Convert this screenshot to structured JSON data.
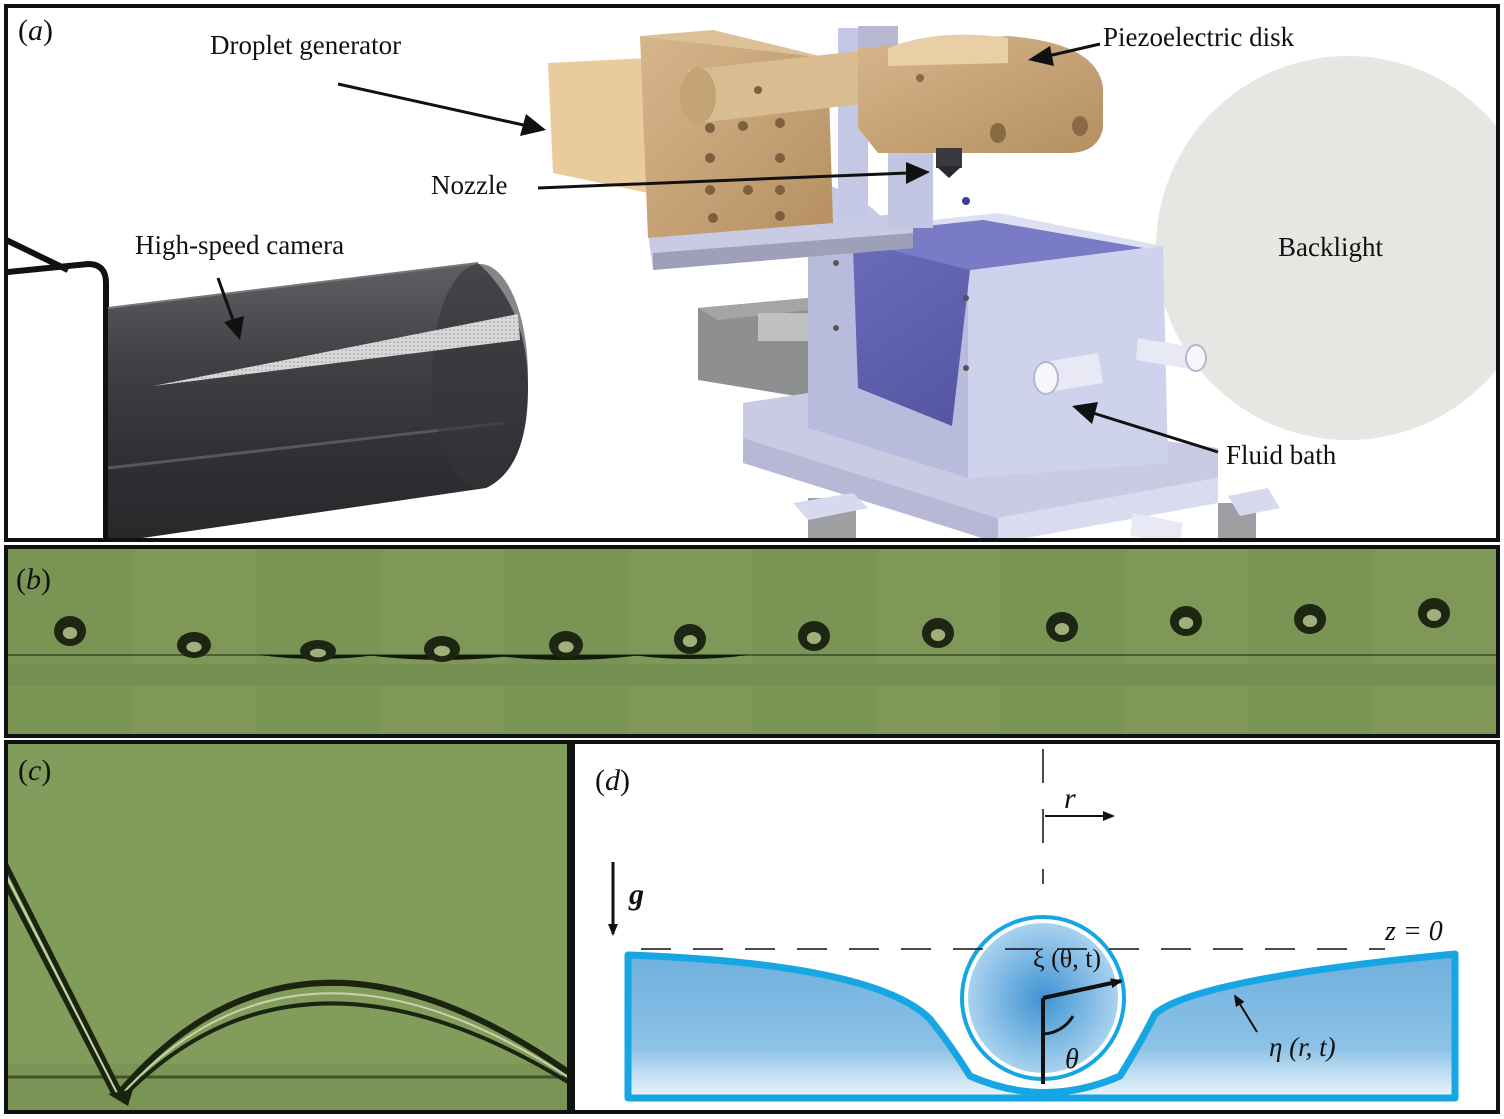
{
  "panels": {
    "a": {
      "label_open": "(",
      "label_letter": "a",
      "label_close": ")"
    },
    "b": {
      "label_open": "(",
      "label_letter": "b",
      "label_close": ")"
    },
    "c": {
      "label_open": "(",
      "label_letter": "c",
      "label_close": ")"
    },
    "d": {
      "label_open": "(",
      "label_letter": "d",
      "label_close": ")"
    }
  },
  "apparatus": {
    "droplet_generator": "Droplet generator",
    "piezoelectric_disk": "Piezoelectric disk",
    "nozzle": "Nozzle",
    "high_speed_camera": "High-speed camera",
    "backlight": "Backlight",
    "fluid_bath": "Fluid bath"
  },
  "sequence": {
    "frame_count": 12
  },
  "schematic": {
    "r_label": "r",
    "g_label": "g",
    "z_label": "z = 0",
    "xi_label": "ξ (θ, t)",
    "theta_label": "θ",
    "eta_label": "η (r, t)"
  },
  "colors": {
    "bath_blue": "#7ab4dc",
    "bath_outline": "#16a6e3",
    "frame_green": "#7c9556",
    "box_lavender": "#cdd0ec",
    "gen_tan": "#c9a57a"
  }
}
